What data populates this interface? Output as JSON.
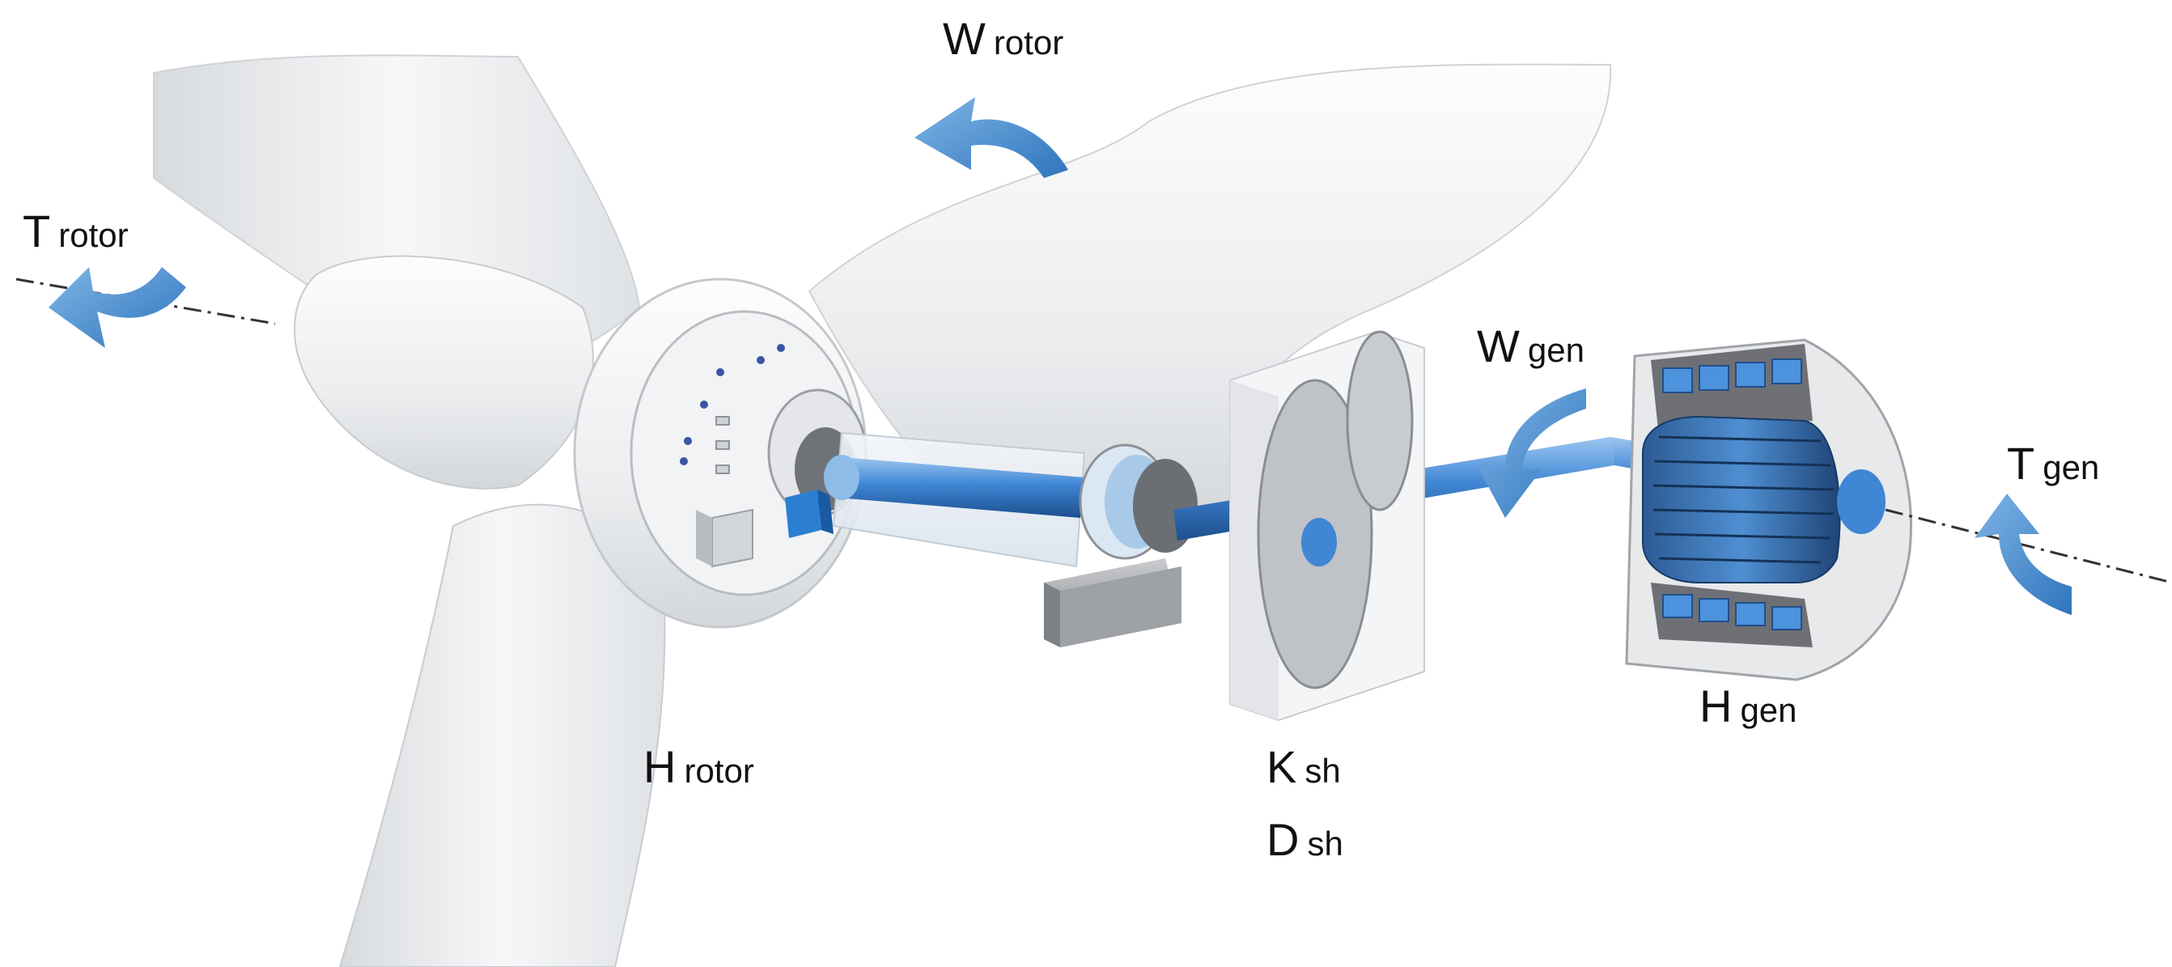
{
  "labels": {
    "w_rotor": {
      "main": "W",
      "sub": "rotor"
    },
    "t_rotor": {
      "main": "T",
      "sub": "rotor"
    },
    "h_rotor": {
      "main": "H",
      "sub": "rotor"
    },
    "w_gen": {
      "main": "W",
      "sub": "gen"
    },
    "t_gen": {
      "main": "T",
      "sub": "gen"
    },
    "h_gen": {
      "main": "H",
      "sub": "gen"
    },
    "k_sh": {
      "main": "K",
      "sub": "sh"
    },
    "d_sh": {
      "main": "D",
      "sub": "sh"
    }
  },
  "colors": {
    "arrow": "#4a8fd0",
    "shaft": "#3f86d4",
    "blade": "#eef0f2",
    "bearing": "#8e9196",
    "stator": "#6e7075"
  },
  "icons": {
    "rotor_torque": "curved-arrow-icon",
    "rotor_speed": "curved-arrow-icon",
    "gen_speed": "curved-arrow-icon",
    "gen_torque": "curved-arrow-icon"
  }
}
